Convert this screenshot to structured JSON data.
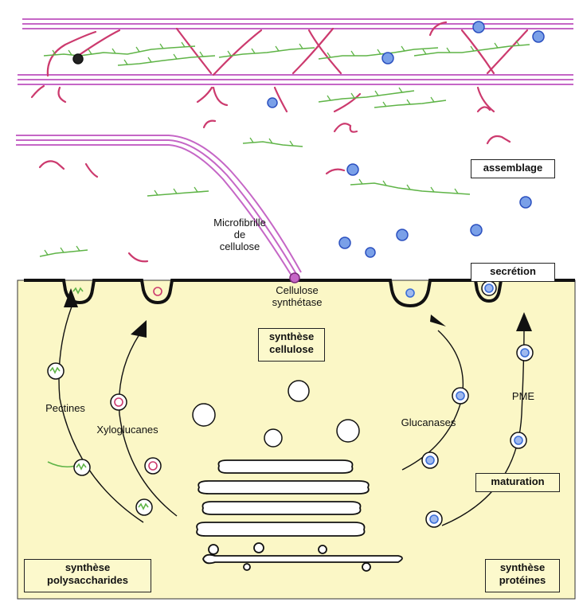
{
  "colors": {
    "cytoplasm": "#fbf7c6",
    "microfibril": "#c566c6",
    "pectin": "#cc3a6e",
    "xyloglucan": "#5fb447",
    "protein": "#3c6fd6",
    "membrane": "#111111"
  },
  "labels": {
    "microfibrille": [
      "Microfibrille",
      "de",
      "cellulose"
    ],
    "cellulose_synthetase": [
      "Cellulose",
      "synthétase"
    ],
    "pectines": "Pectines",
    "xyloglucanes": "Xyloglucanes",
    "glucanases": "Glucanases",
    "pme": "PME"
  },
  "boxes": {
    "assemblage": "assemblage",
    "secretion": "secrétion",
    "synthese_cellulose": [
      "synthèse",
      "cellulose"
    ],
    "maturation": "maturation",
    "synthese_polysaccharides": [
      "synthèse",
      "polysaccharides"
    ],
    "synthese_proteines": [
      "synthèse",
      "protéines"
    ]
  },
  "icons": [
    "vesicle-icon",
    "pectin-strand-icon",
    "xyloglucan-chain-icon",
    "glycoprotein-icon"
  ]
}
